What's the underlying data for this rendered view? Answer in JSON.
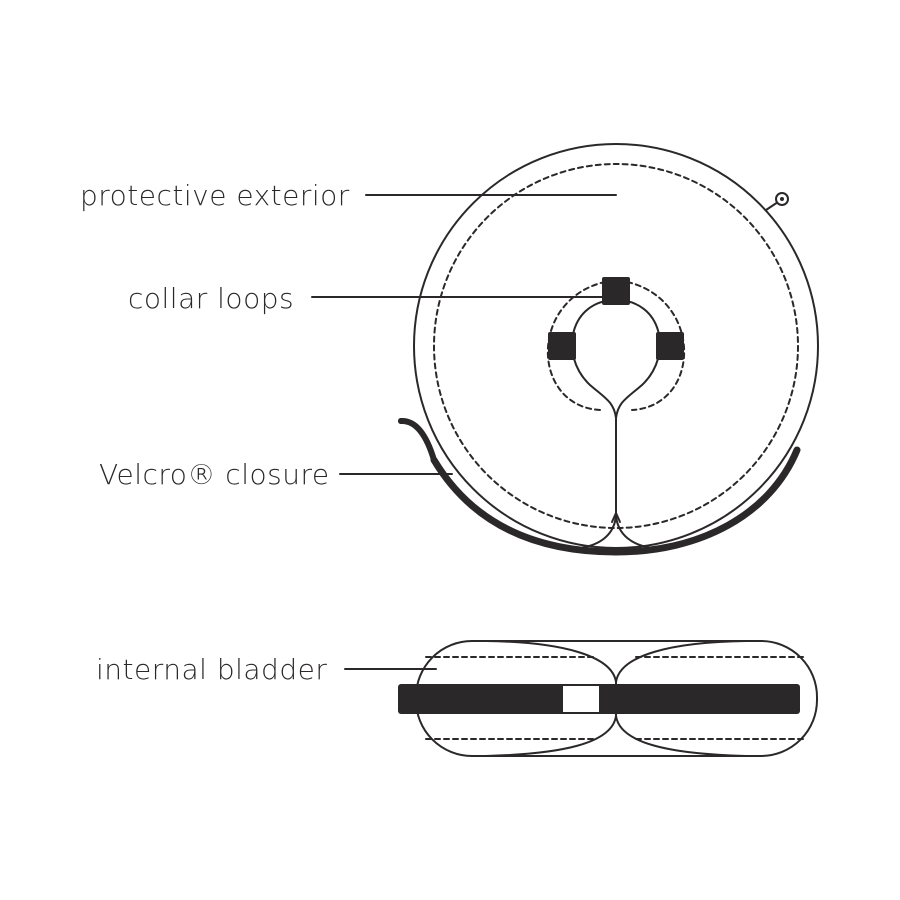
{
  "labels": {
    "protective_exterior": "protective exterior",
    "collar_loops": "collar loops",
    "velcro_closure": "Velcro® closure",
    "internal_bladder": "internal bladder"
  },
  "colors": {
    "ink": "#2b2829",
    "background": "#ffffff"
  }
}
